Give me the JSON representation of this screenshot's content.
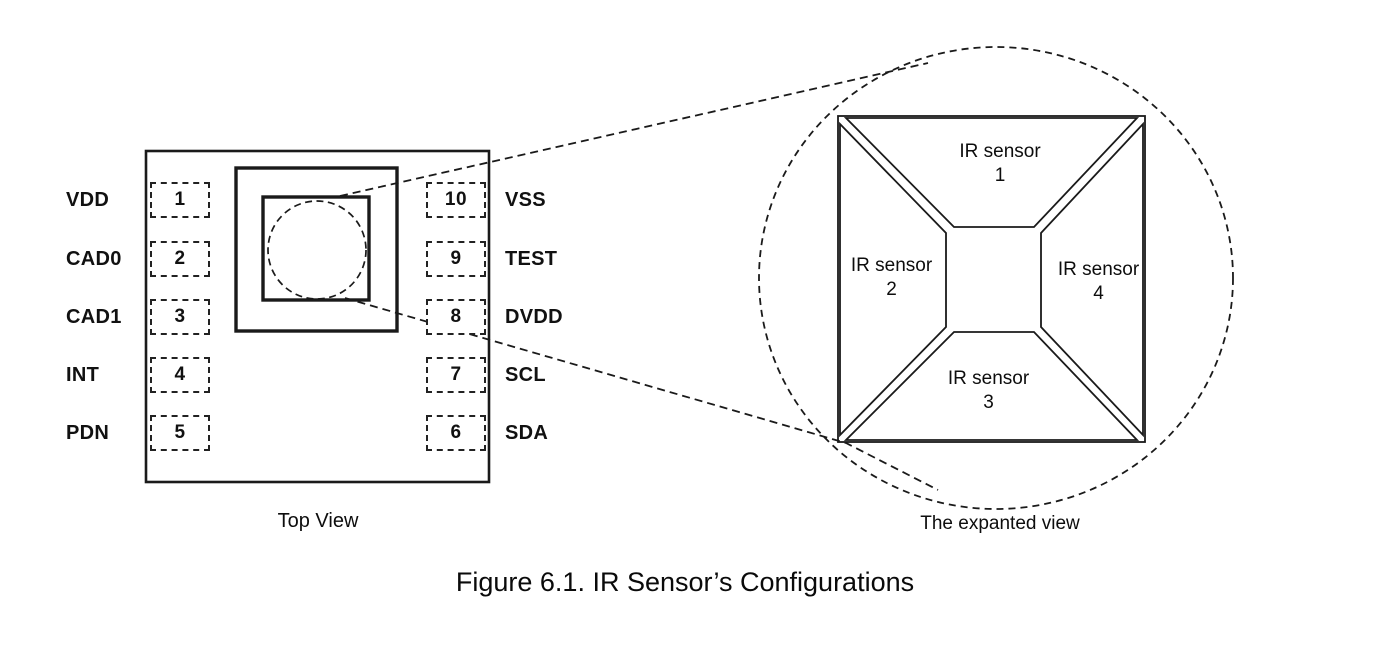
{
  "figure": {
    "caption": "Figure 6.1. IR Sensor’s Configurations"
  },
  "top_view": {
    "label": "Top View",
    "pins_left": [
      {
        "number": "1",
        "name": "VDD"
      },
      {
        "number": "2",
        "name": "CAD0"
      },
      {
        "number": "3",
        "name": "CAD1"
      },
      {
        "number": "4",
        "name": "INT"
      },
      {
        "number": "5",
        "name": "PDN"
      }
    ],
    "pins_right": [
      {
        "number": "10",
        "name": "VSS"
      },
      {
        "number": "9",
        "name": "TEST"
      },
      {
        "number": "8",
        "name": "DVDD"
      },
      {
        "number": "7",
        "name": "SCL"
      },
      {
        "number": "6",
        "name": "SDA"
      }
    ]
  },
  "expanded_view": {
    "label": "The expanted view",
    "sensors": {
      "s1": {
        "line1": "IR sensor",
        "line2": "1"
      },
      "s2": {
        "line1": "IR sensor",
        "line2": "2"
      },
      "s3": {
        "line1": "IR sensor",
        "line2": "3"
      },
      "s4": {
        "line1": "IR sensor",
        "line2": "4"
      }
    }
  },
  "colors": {
    "ink": "#1a1a1a"
  }
}
